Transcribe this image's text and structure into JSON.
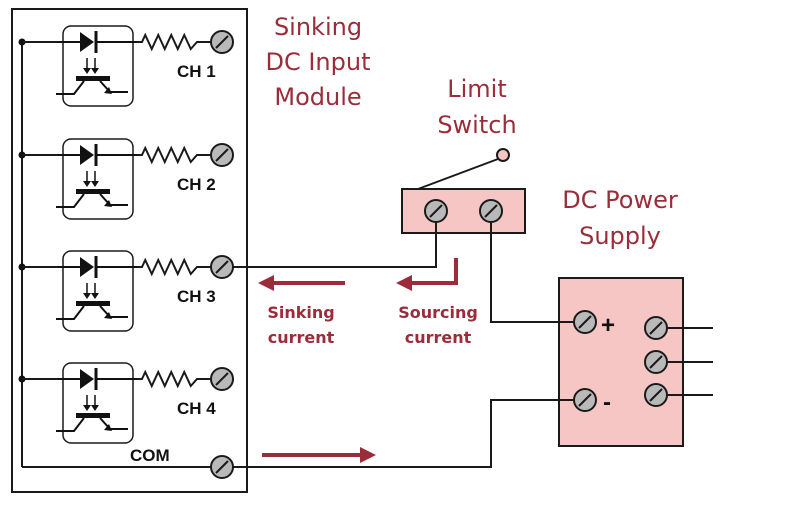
{
  "colors": {
    "accent_red": "#9b2d3b",
    "component_pink": "#f5c6c3",
    "terminal_gray": "#b9b9b9"
  },
  "module": {
    "title_lines": [
      "Sinking",
      "DC Input",
      "Module"
    ],
    "channels": [
      "CH 1",
      "CH 2",
      "CH 3",
      "CH 4"
    ],
    "common_label": "COM"
  },
  "limit_switch": {
    "title_lines": [
      "Limit",
      "Switch"
    ]
  },
  "power_supply": {
    "title_lines": [
      "DC Power",
      "Supply"
    ],
    "plus_sign": "+",
    "minus_sign": "-"
  },
  "currents": {
    "sinking_lines": [
      "Sinking",
      "current"
    ],
    "sourcing_lines": [
      "Sourcing",
      "current"
    ]
  }
}
